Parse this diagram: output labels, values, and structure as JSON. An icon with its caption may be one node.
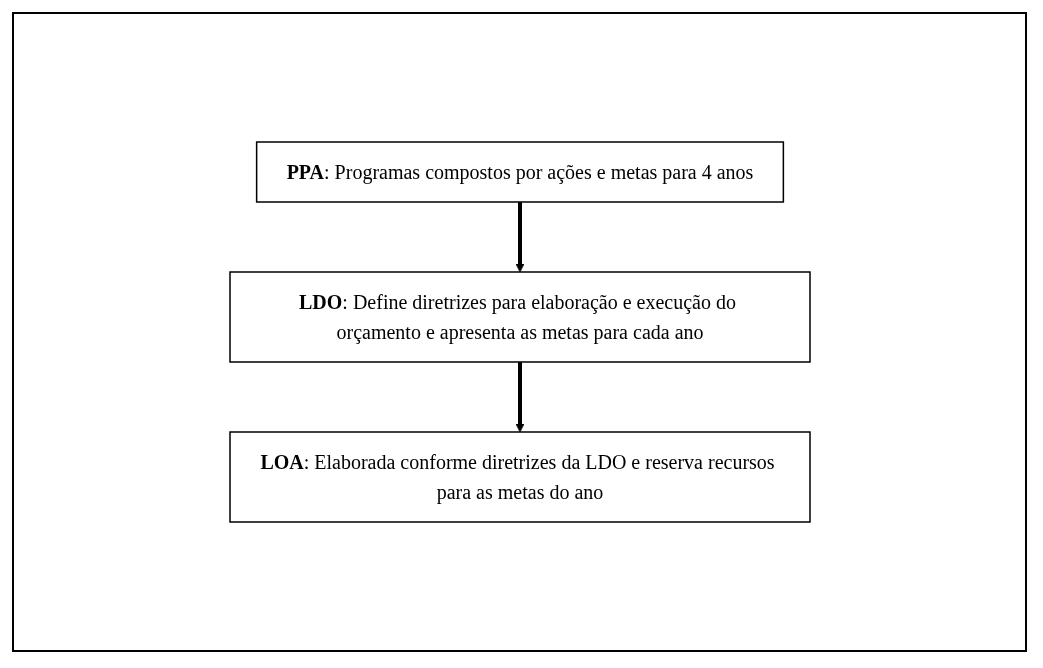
{
  "diagram": {
    "nodes": [
      {
        "text": [
          "**PPA**: Programas compostos por ações e metas para 4 anos"
        ]
      },
      {
        "text": [
          "**LDO**: Define diretrizes para elaboração e execução do orçamento e apresenta as metas para cada ano"
        ]
      },
      {
        "text": [
          "**LOA**: Elaborada conforme diretrizes da LDO e reserva recursos para as metas do ano"
        ]
      }
    ],
    "edges": [
      {
        "from": 0,
        "to": 1,
        "arrow": "to"
      },
      {
        "from": 1,
        "to": 2,
        "arrow": "to"
      }
    ]
  }
}
